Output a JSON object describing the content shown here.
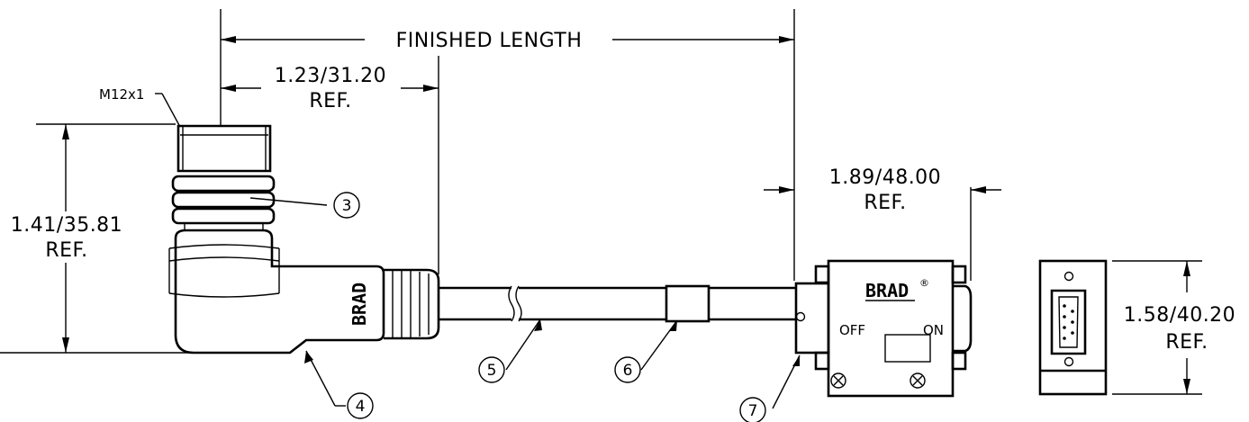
{
  "dimensions": {
    "finished_length": "FINISHED LENGTH",
    "d1_value": "1.23/31.20",
    "d1_ref": "REF.",
    "d2_value": "1.41/35.81",
    "d2_ref": "REF.",
    "d3_value": "1.89/48.00",
    "d3_ref": "REF.",
    "d4_value": "1.58/40.20",
    "d4_ref": "REF."
  },
  "labels": {
    "thread": "M12x1",
    "brand": "BRAD",
    "registered": "®",
    "switch_off": "OFF",
    "switch_on": "ON"
  },
  "balloons": [
    "3",
    "4",
    "5",
    "6",
    "7"
  ]
}
